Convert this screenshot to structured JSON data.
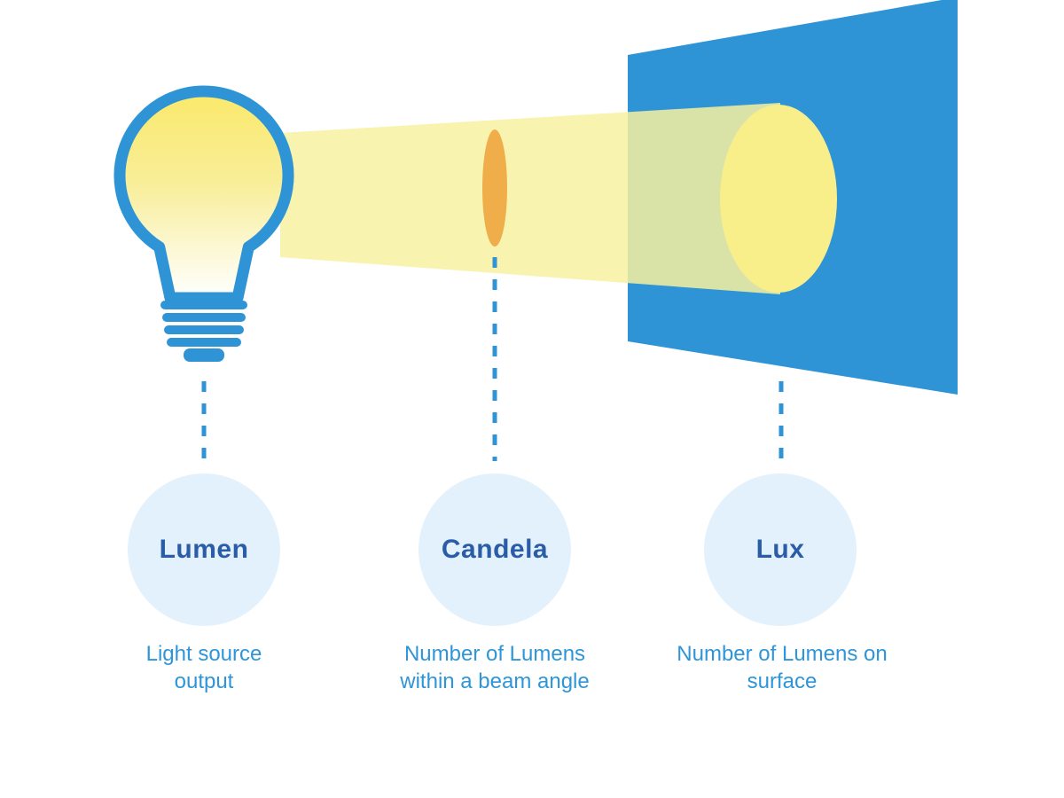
{
  "concepts": [
    {
      "label": "Lumen",
      "description": "Light source output"
    },
    {
      "label": "Candela",
      "description": "Number of Lumens within a beam angle"
    },
    {
      "label": "Lux",
      "description": "Number of Lumens on surface"
    }
  ],
  "colors": {
    "blue": "#2e94d6",
    "beam_yellow": "#f7f1a0",
    "spot_yellow": "#f8ee8a",
    "bulb_glow_yellow": "#fae96a",
    "orange": "#f0ae4a",
    "circle_fill": "#e2f1fc",
    "label_text": "#2a5ca8",
    "description_text": "#2e96d8"
  },
  "icons": [
    "lightbulb-icon",
    "light-beam",
    "beam-cross-section",
    "illuminated-surface",
    "light-spot",
    "dashed-connector"
  ]
}
